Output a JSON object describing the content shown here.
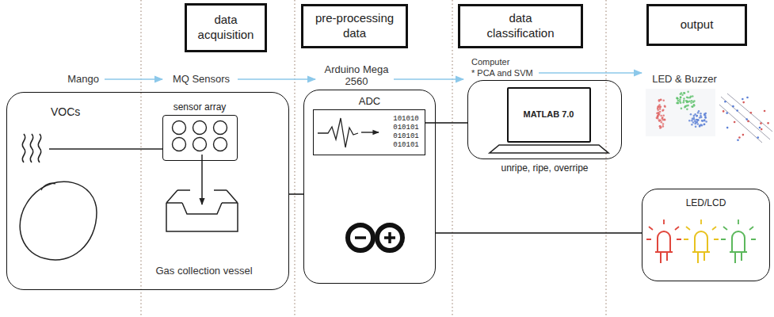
{
  "diagram": {
    "nodes": [
      {
        "text": [
          "data acquisition"
        ]
      },
      {
        "text": [
          "pre-processing data"
        ]
      },
      {
        "text": [
          "data classification"
        ]
      },
      {
        "text": [
          "output"
        ]
      },
      {
        "text": [
          "VOCs"
        ]
      },
      {
        "text": [
          "sensor array"
        ],
        "in": 4
      },
      {
        "text": [
          "ADC"
        ]
      },
      {
        "text": [
          "101010 010101 010101 010101"
        ],
        "in": 6
      },
      {
        "text": [
          "unripe, ripe, overripe"
        ]
      },
      {
        "text": [
          "MATLAB 7.0"
        ],
        "in": 8
      },
      {
        "text": [
          "LED/LCD"
        ]
      }
    ],
    "edges": [
      {
        "from": 4,
        "to": 6,
        "arrow": "none"
      },
      {
        "from": 7,
        "to": 8,
        "arrow": "none"
      },
      {
        "from": 6,
        "to": 10,
        "arrow": "none"
      }
    ],
    "labels": [
      "Mango",
      "MQ Sensors",
      "Arduino Mega 2560",
      "Computer",
      "* PCA and SVM",
      "LED & Buzzer",
      "Gas collection vessel"
    ]
  }
}
